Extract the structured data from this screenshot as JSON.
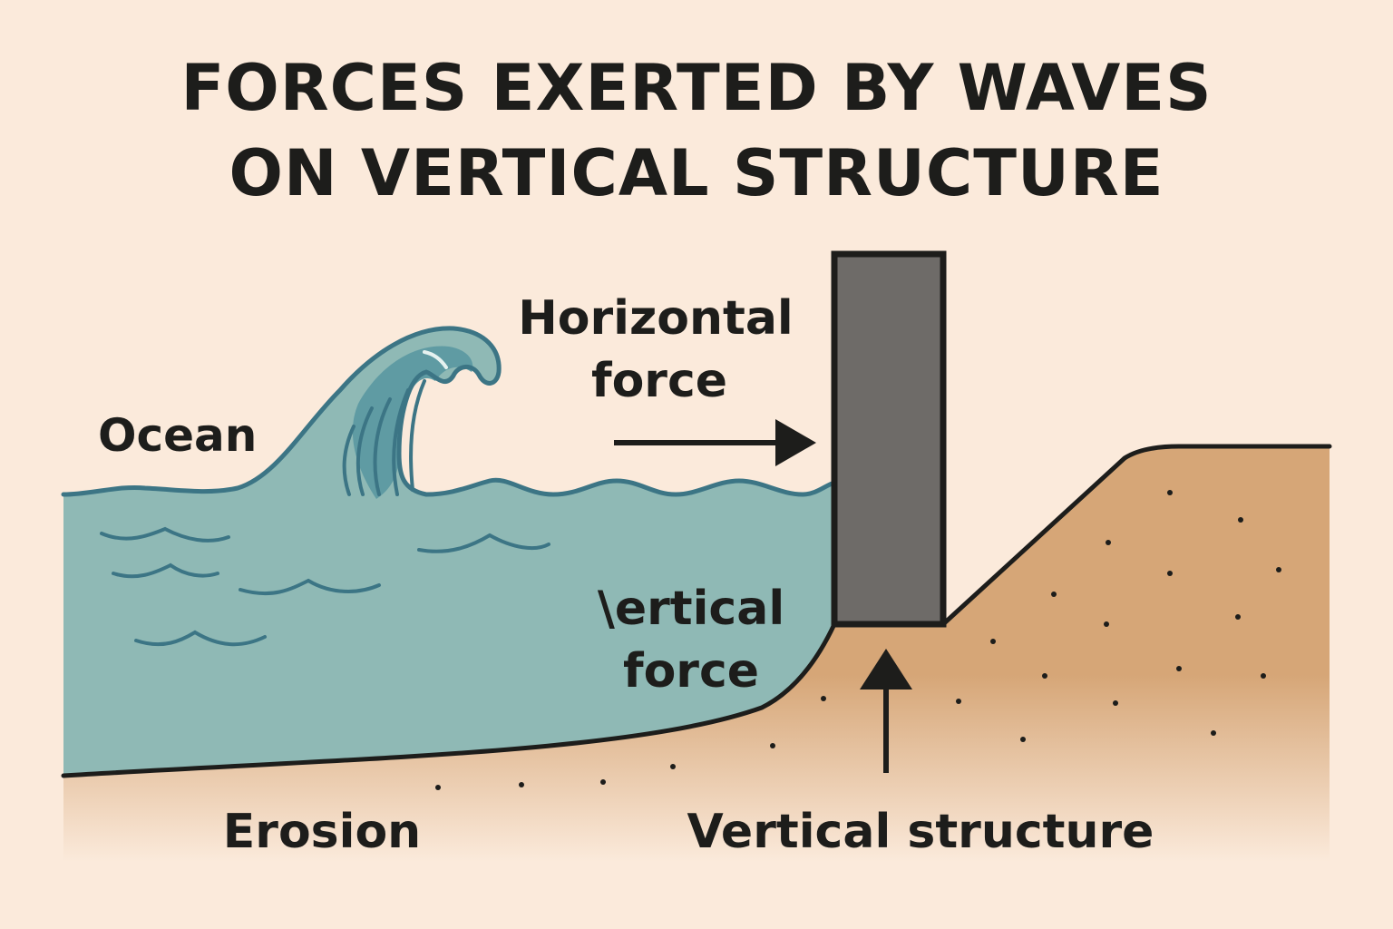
{
  "title": {
    "line1": "FORCES EXERTED BY WAVES",
    "line2": "ON VERTICAL STRUCTURE"
  },
  "labels": {
    "ocean": "Ocean",
    "horizontal_force_line1": "Horizontal",
    "horizontal_force_line2": "force",
    "vertical_force_line1": "\\ertical",
    "vertical_force_line2": "force",
    "erosion": "Erosion",
    "vertical_structure": "Vertical structure"
  },
  "colors": {
    "background": "#fbeadb",
    "water": "#8fb9b5",
    "water_line": "#3c7585",
    "sand": "#d6a677",
    "structure": "#6e6b68",
    "outline": "#1d1d1b"
  }
}
